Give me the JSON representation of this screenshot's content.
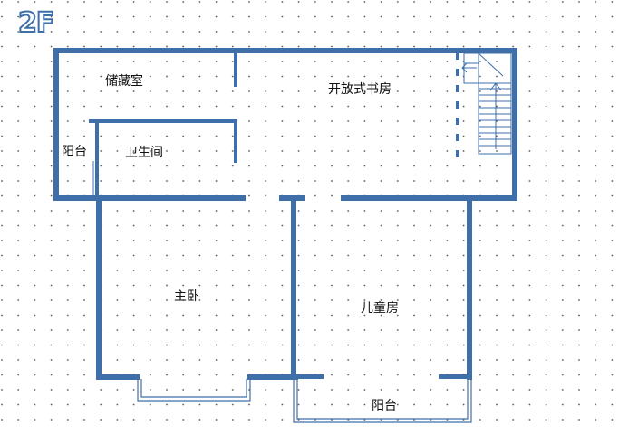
{
  "floor_label": "2F",
  "rooms": {
    "storage": "储藏室",
    "open_study": "开放式书房",
    "balcony_left": "阳台",
    "bathroom": "卫生间",
    "master_bedroom": "主卧",
    "kids_room": "儿童房",
    "balcony_bottom": "阳台"
  },
  "colors": {
    "wall": "#3f6fa8",
    "grid_dot": "#555555",
    "background": "#ffffff"
  }
}
